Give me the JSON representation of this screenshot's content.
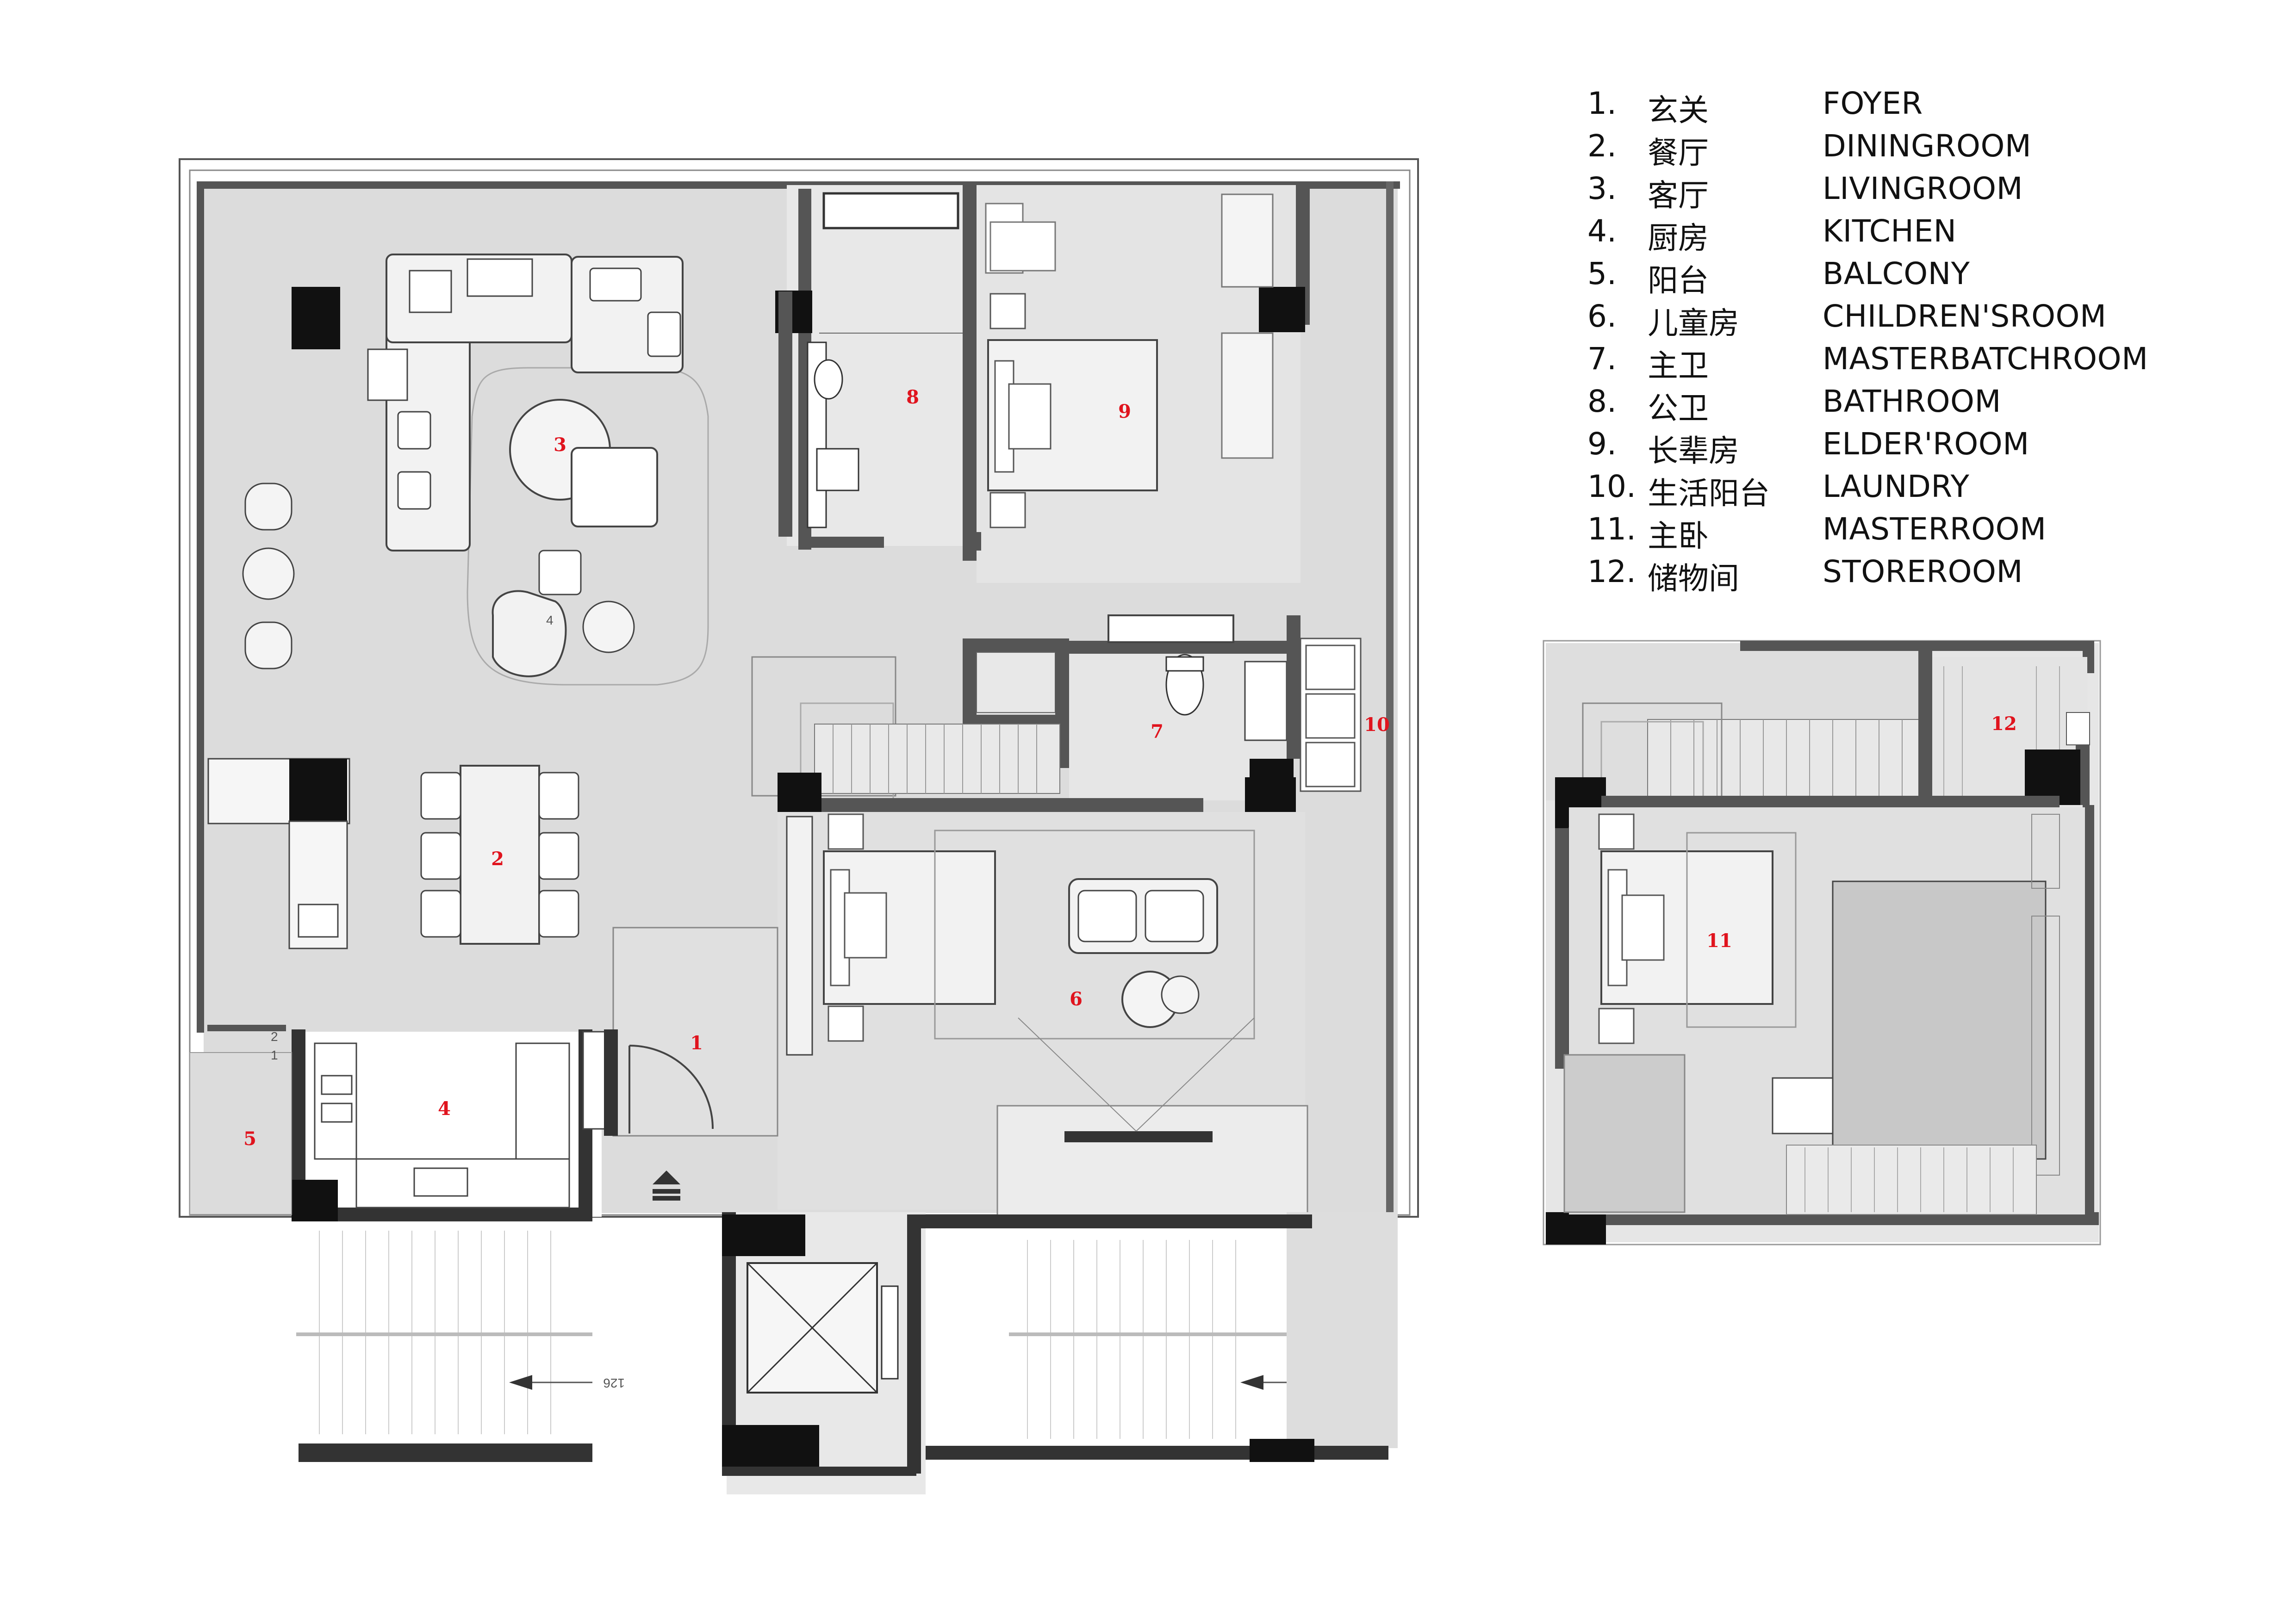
{
  "legend": [
    {
      "num": "1.",
      "zh": "玄关",
      "en": "FOYER"
    },
    {
      "num": "2.",
      "zh": "餐厅",
      "en": "DININGROOM"
    },
    {
      "num": "3.",
      "zh": "客厅",
      "en": "LIVINGROOM"
    },
    {
      "num": "4.",
      "zh": "厨房",
      "en": "KITCHEN"
    },
    {
      "num": "5.",
      "zh": "阳台",
      "en": "BALCONY"
    },
    {
      "num": "6.",
      "zh": "儿童房",
      "en": "CHILDREN'SROOM"
    },
    {
      "num": "7.",
      "zh": "主卫",
      "en": "MASTERBATCHROOM"
    },
    {
      "num": "8.",
      "zh": "公卫",
      "en": "BATHROOM"
    },
    {
      "num": "9.",
      "zh": "长辈房",
      "en": "ELDER'ROOM"
    },
    {
      "num": "10.",
      "zh": "生活阳台",
      "en": "LAUNDRY"
    },
    {
      "num": "11.",
      "zh": "主卧",
      "en": "MASTERROOM"
    },
    {
      "num": "12.",
      "zh": "储物间",
      "en": "STOREROOM"
    }
  ],
  "plan_labels": {
    "r1": "1",
    "r2": "2",
    "r3": "3",
    "r4": "4",
    "r5": "5",
    "r6": "6",
    "r7": "7",
    "r8": "8",
    "r9": "9",
    "r10": "10",
    "r11": "11",
    "r12": "12"
  },
  "stair_mark": "126",
  "level_marks": {
    "a": "2",
    "b": "1"
  },
  "chair_mark": "4"
}
